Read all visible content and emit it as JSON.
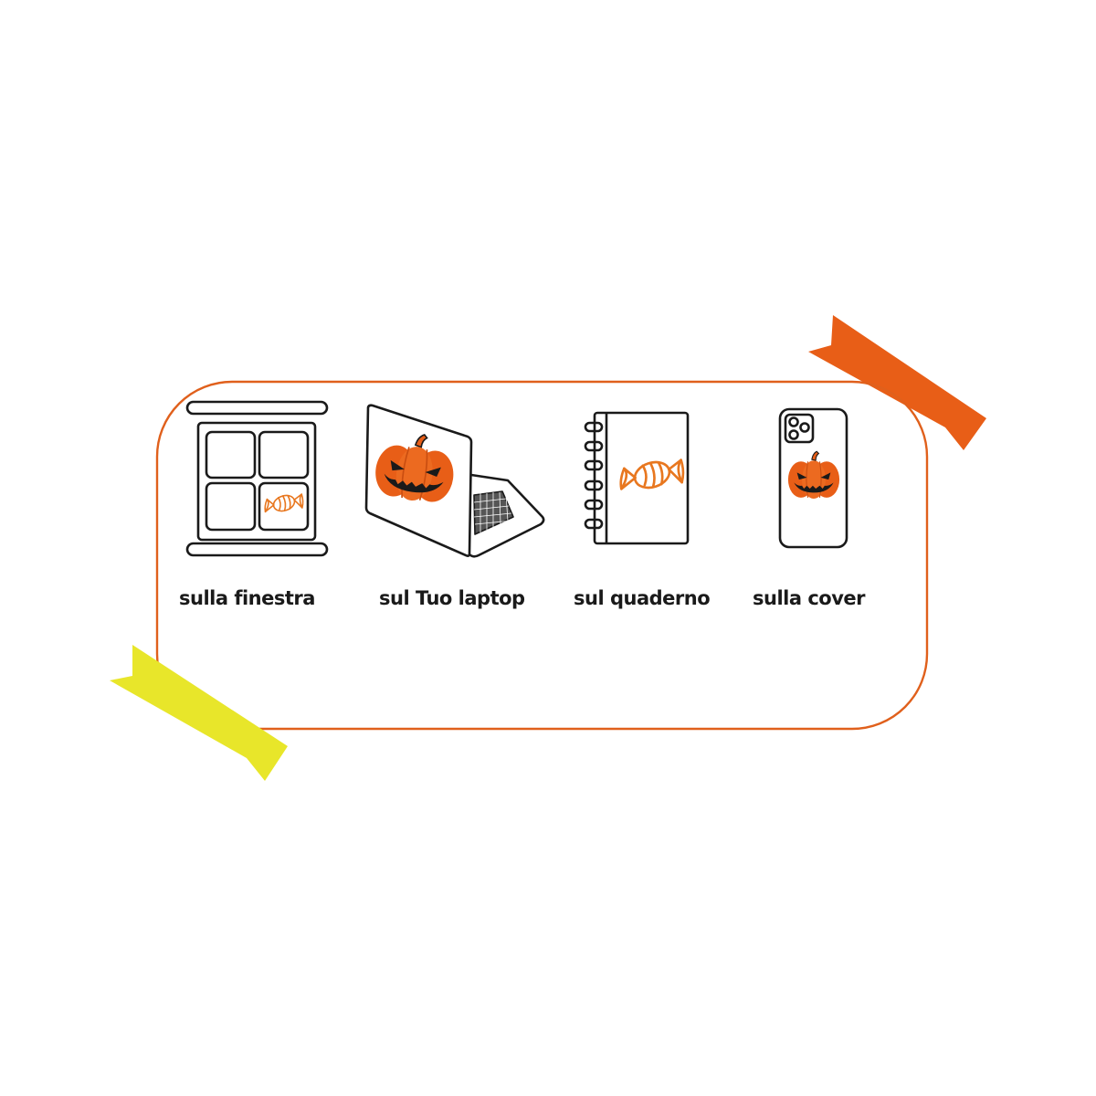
{
  "colors": {
    "frame": "#e0601c",
    "tape_orange": "#e85e17",
    "tape_yellow": "#e8e62a",
    "pumpkin": "#e85e17",
    "line": "#1a1a1a",
    "candy": "#e8771f"
  },
  "items": [
    {
      "label": "sulla finestra",
      "icon": "window-icon",
      "sticker": "candy-sticker"
    },
    {
      "label": "sul Tuo laptop",
      "icon": "laptop-icon",
      "sticker": "pumpkin-sticker"
    },
    {
      "label": "sul quaderno",
      "icon": "notebook-icon",
      "sticker": "candy-sticker"
    },
    {
      "label": "sulla cover",
      "icon": "phone-cover-icon",
      "sticker": "pumpkin-sticker"
    }
  ]
}
